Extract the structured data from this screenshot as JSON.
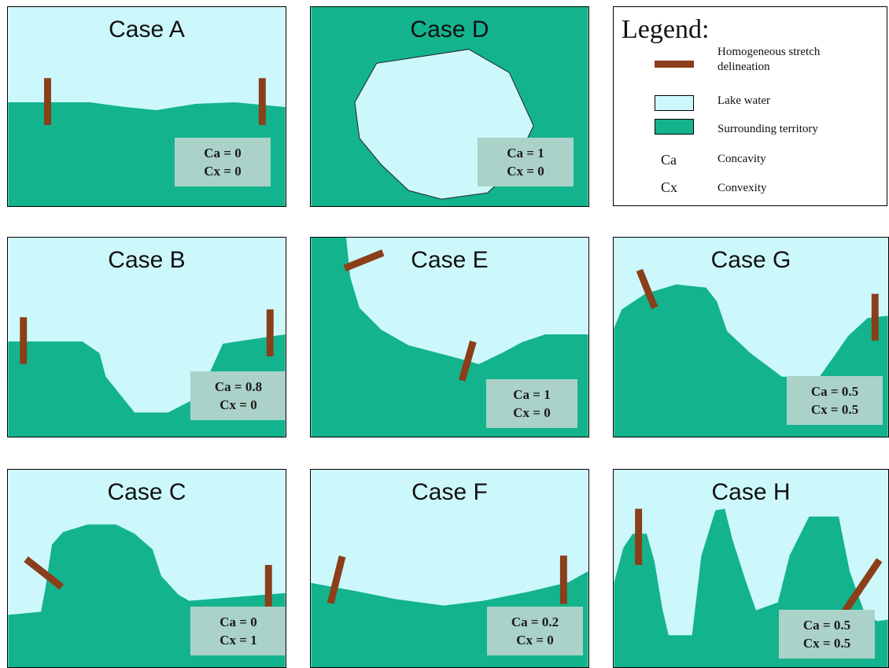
{
  "colors": {
    "water": "#ccf8fb",
    "land": "#13b38d",
    "stake": "#8a3e1a",
    "statbox": "#abd2c8"
  },
  "legend": {
    "title": "Legend:",
    "items": [
      {
        "symbol": "stake-bar",
        "label": "Homogeneous stretch delineation"
      },
      {
        "symbol": "water-swatch",
        "label": "Lake water"
      },
      {
        "symbol": "land-swatch",
        "label": "Surrounding territory"
      },
      {
        "symbol": "Ca",
        "label": "Concavity"
      },
      {
        "symbol": "Cx",
        "label": "Convexity"
      }
    ]
  },
  "cases": {
    "A": {
      "title": "Case A",
      "ca": "Ca = 0",
      "cx": "Cx = 0"
    },
    "B": {
      "title": "Case B",
      "ca": "Ca = 0.8",
      "cx": "Cx = 0"
    },
    "C": {
      "title": "Case C",
      "ca": "Ca = 0",
      "cx": "Cx = 1"
    },
    "D": {
      "title": "Case D",
      "ca": "Ca = 1",
      "cx": "Cx = 0"
    },
    "E": {
      "title": "Case E",
      "ca": "Ca = 1",
      "cx": "Cx = 0"
    },
    "F": {
      "title": "Case F",
      "ca": "Ca = 0.2",
      "cx": "Cx = 0"
    },
    "G": {
      "title": "Case G",
      "ca": "Ca = 0.5",
      "cx": "Cx = 0.5"
    },
    "H": {
      "title": "Case H",
      "ca": "Ca = 0.5",
      "cx": "Cx = 0.5"
    }
  }
}
